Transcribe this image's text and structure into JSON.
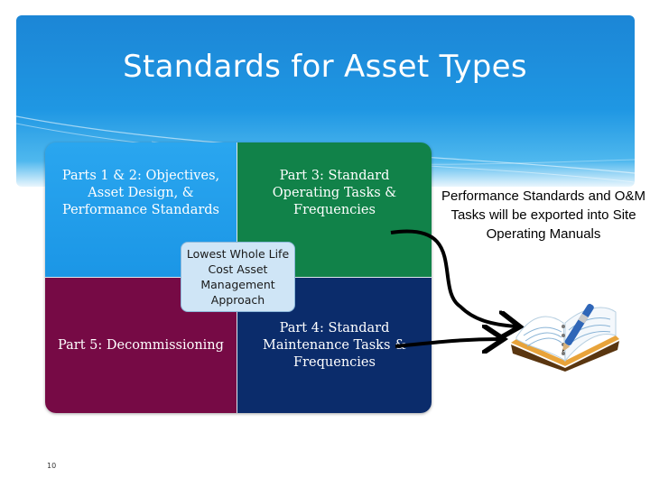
{
  "slide": {
    "title": "Standards for Asset Types",
    "page_number": "10"
  },
  "matrix": {
    "part_1_2": "Parts 1 & 2: Objectives, Asset Design, & Performance Standards",
    "part_3": "Part 3: Standard Operating Tasks & Frequencies",
    "part_5": "Part 5: Decommissioning",
    "part_4": "Part 4: Standard Maintenance Tasks & Frequencies",
    "center": "Lowest Whole Life Cost Asset Management Approach"
  },
  "note": "Performance Standards and O&M Tasks will be exported into Site Operating Manuals",
  "colors": {
    "header_blue": "#1f97e3",
    "quadrant_light_blue": "#1b96e6",
    "quadrant_green": "#118249",
    "quadrant_maroon": "#760a45",
    "quadrant_navy": "#0b2c6b",
    "center_box": "#cfe5f6"
  },
  "icons": {
    "book": "open-notebook-with-pen-icon"
  }
}
